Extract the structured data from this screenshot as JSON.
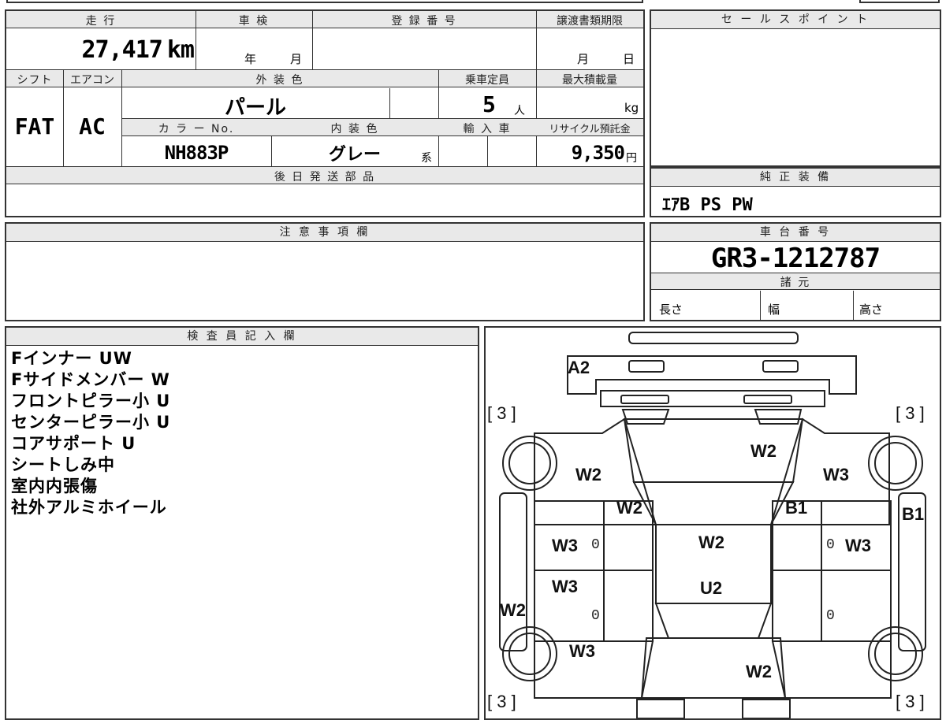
{
  "top_row": {
    "labels": [
      "走 行",
      "車 検",
      "登 録 番 号",
      "譲渡書類期限"
    ],
    "mileage": "27,417",
    "mileage_unit": "km",
    "shaken_year": "年",
    "shaken_month": "月",
    "deadline_month": "月",
    "deadline_day": "日"
  },
  "mid_row": {
    "labels": [
      "シフト",
      "エアコン",
      "外 装 色",
      "乗車定員",
      "最大積載量"
    ],
    "shift": "FAT",
    "aircon": "AC",
    "exterior_color": "パール",
    "capacity": "5",
    "capacity_unit": "人",
    "load_unit": "kg",
    "labels2": [
      "カ ラ ー No.",
      "内 装 色",
      "輸 入 車",
      "リサイクル預託金"
    ],
    "color_no": "NH883P",
    "interior_color": "グレー",
    "interior_suffix": "系",
    "recycle_fee": "9,350",
    "recycle_unit": "円"
  },
  "later_parts": {
    "label": "後 日 発 送 部 品"
  },
  "sales_point": {
    "label": "セ ー ル ス ポ イ ン ト"
  },
  "standard_equipment": {
    "label": "純 正 装 備",
    "value": "ｴｱB PS PW"
  },
  "notes": {
    "label": "注 意 事 項 欄"
  },
  "chassis": {
    "label": "車 台 番 号",
    "value": "GR3-1212787"
  },
  "specs": {
    "label": "諸 元",
    "length": "長さ",
    "width": "幅",
    "height": "高さ"
  },
  "inspector": {
    "label": "検 査 員 記 入 欄",
    "lines": [
      "Fインナー UW",
      "Fサイドメンバー W",
      "フロントピラー小 U",
      "センターピラー小 U",
      "コアサポート U",
      "シートしみ中",
      "室内内張傷",
      "社外アルミホイール"
    ]
  },
  "diagram": {
    "marks": {
      "a2": "A2",
      "fl3": "[ 3 ]",
      "fr3": "[ 3 ]",
      "rl3": "[ 3 ]",
      "rr3": "[ 3 ]",
      "hood": "W2",
      "lfender": "W2",
      "rfender": "W3",
      "lpillar": "W2",
      "rpillar": "B1",
      "rside": "B1",
      "ldoor_front": "W3",
      "rdoor_front": "W3",
      "roof": "W2",
      "ldoor_rear": "W3",
      "rear_roof": "U2",
      "lside": "W2",
      "lquarter": "W3",
      "trunk": "W2",
      "zero1": "0",
      "zero2": "0",
      "zero3": "0",
      "zero4": "0"
    }
  }
}
